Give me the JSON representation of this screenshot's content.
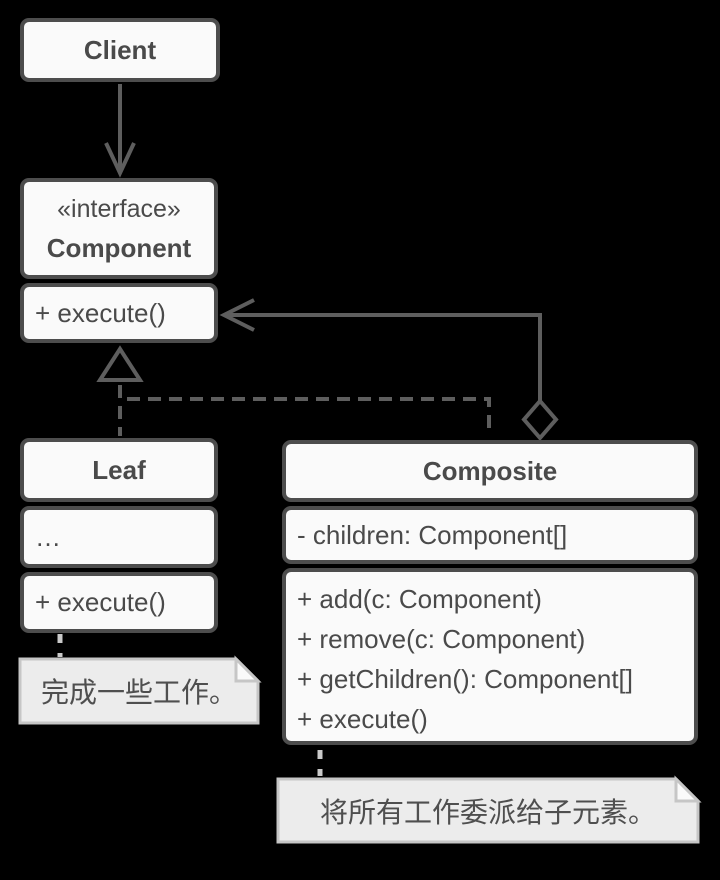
{
  "diagram": {
    "pattern_name": "Composite",
    "classes": {
      "client": {
        "name": "Client"
      },
      "component": {
        "stereotype": "«interface»",
        "name": "Component",
        "methods": [
          "+ execute()"
        ]
      },
      "leaf": {
        "name": "Leaf",
        "attributes": [
          "…"
        ],
        "methods": [
          "+ execute()"
        ]
      },
      "composite": {
        "name": "Composite",
        "attributes": [
          "- children: Component[]"
        ],
        "methods": [
          "+ add(c: Component)",
          "+ remove(c: Component)",
          "+ getChildren(): Component[]",
          "+ execute()"
        ]
      }
    },
    "notes": {
      "leaf": "完成一些工作。",
      "composite": "将所有工作委派给子元素。"
    },
    "relations": {
      "client_to_component": "directed association",
      "leaf_to_component": "realization (dashed, hollow triangle)",
      "composite_to_component": "realization (dashed, hollow triangle)",
      "composite_aggregates_component": "aggregation (hollow diamond, open arrow into + execute())"
    },
    "colors": {
      "background": "#000000",
      "class_fill": "#fafafa",
      "class_border": "#4d4d4d",
      "class_text": "#4a4a4a",
      "connector": "#5e5e5e",
      "note_fill": "#ececec",
      "note_border": "#c6c6c6",
      "note_fold_fill": "#fafafa",
      "note_connector": "#c9c9c9",
      "note_text": "#4f4f4f"
    }
  }
}
